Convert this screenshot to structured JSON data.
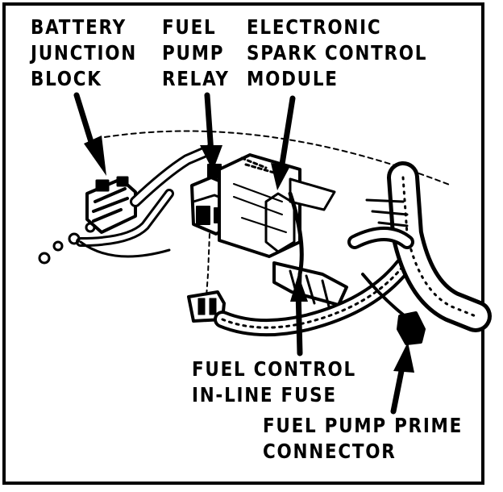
{
  "labels": {
    "battery_junction_block": [
      "BATTERY",
      "JUNCTION",
      "BLOCK"
    ],
    "fuel_pump_relay": [
      "FUEL",
      "PUMP",
      "RELAY"
    ],
    "electronic_spark_control_module": [
      "ELECTRONIC",
      "SPARK CONTROL",
      "MODULE"
    ],
    "fuel_control_inline_fuse": [
      "FUEL CONTROL",
      "IN-LINE FUSE"
    ],
    "fuel_pump_prime_connector": [
      "FUEL PUMP PRIME",
      "CONNECTOR"
    ]
  },
  "colors": {
    "ink": "#000000",
    "paper": "#ffffff"
  }
}
